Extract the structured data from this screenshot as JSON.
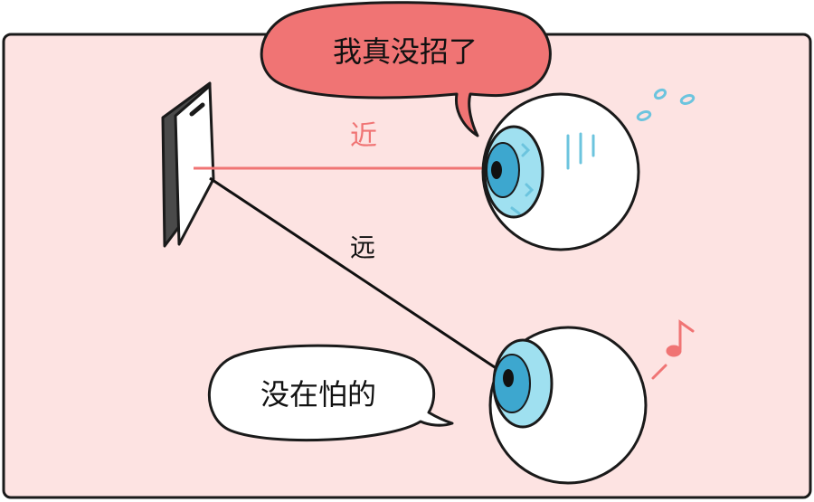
{
  "labels": {
    "bubble_top": "我真没招了",
    "near": "近",
    "far": "远",
    "bubble_bottom": "没在怕的"
  },
  "colors": {
    "panel_bg": "#fde3e2",
    "panel_border": "#1a1a1a",
    "bubble_top_fill": "#f07474",
    "near_line": "#f07474",
    "near_text": "#f07474",
    "far_line": "#111111",
    "iris_outer": "#9fe0f0",
    "iris_inner": "#3da7cf",
    "pupil": "#111111",
    "sweat": "#6cc4de",
    "note": "#f07474",
    "phone_side": "#4a4a4a",
    "phone_face": "#ffffff"
  },
  "icons": {
    "sweat": "sweat-drops-icon",
    "music_note": "music-note-icon",
    "strain_lines": "strain-lines-icon"
  }
}
